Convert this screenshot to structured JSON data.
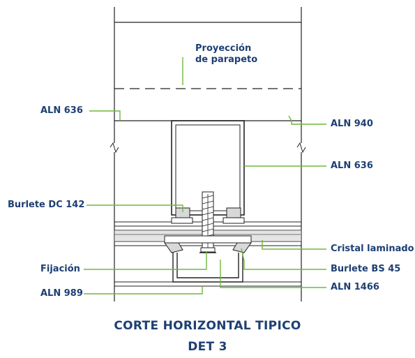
{
  "labels": {
    "proyeccion_line1": "Proyección",
    "proyeccion_line2": "de parapeto",
    "aln636_top": "ALN 636",
    "aln940": "ALN 940",
    "aln636_right": "ALN 636",
    "burlete_dc142": "Burlete DC 142",
    "cristal_laminado": "Cristal laminado",
    "fijacion": "Fijación",
    "burlete_bs45": "Burlete BS 45",
    "aln989": "ALN 989",
    "aln1466": "ALN 1466"
  },
  "title": {
    "line1": "CORTE HORIZONTAL TIPICO",
    "line2": "DET 3"
  },
  "colors": {
    "text": "#1d3f73",
    "leader": "#6fb83a",
    "lines": "#222222",
    "grey_fill": "#c9c9c9"
  }
}
